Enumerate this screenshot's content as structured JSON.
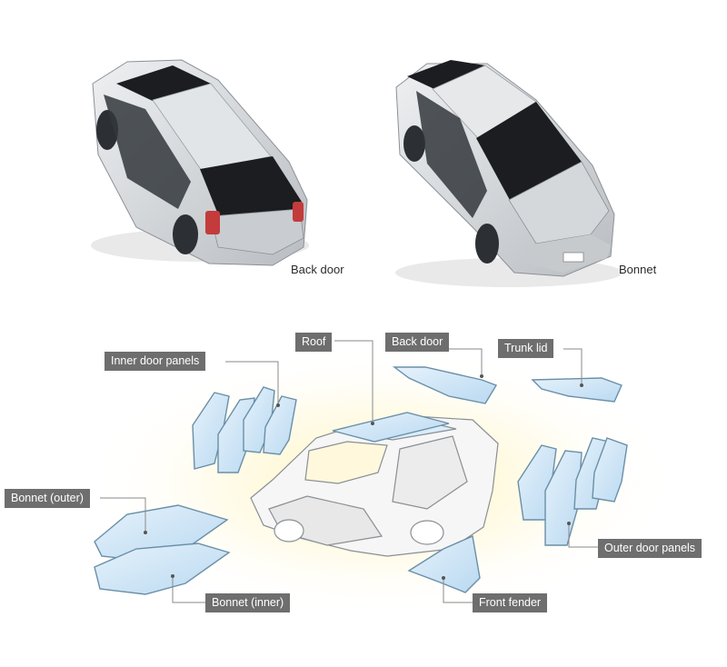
{
  "top_photos": [
    {
      "caption": "Back door",
      "highlight": "back-door"
    },
    {
      "caption": "Bonnet",
      "highlight": "bonnet"
    }
  ],
  "labels": {
    "roof": "Roof",
    "back_door": "Back door",
    "trunk_lid": "Trunk lid",
    "inner_door_panels": "Inner door panels",
    "bonnet_outer": "Bonnet (outer)",
    "bonnet_inner": "Bonnet (inner)",
    "outer_door_panels": "Outer door panels",
    "front_fender": "Front fender"
  },
  "colors": {
    "label_bg": "#6e6e6e",
    "panel_fill": "#cfe6f7",
    "panel_stroke": "#6a8fa8",
    "body_white": "#f4f4f4",
    "car_silver": "#d6d9dc",
    "glass_dark": "#1b1d20",
    "glow": "#fff6c8",
    "leader_line": "#8a8a8a"
  }
}
